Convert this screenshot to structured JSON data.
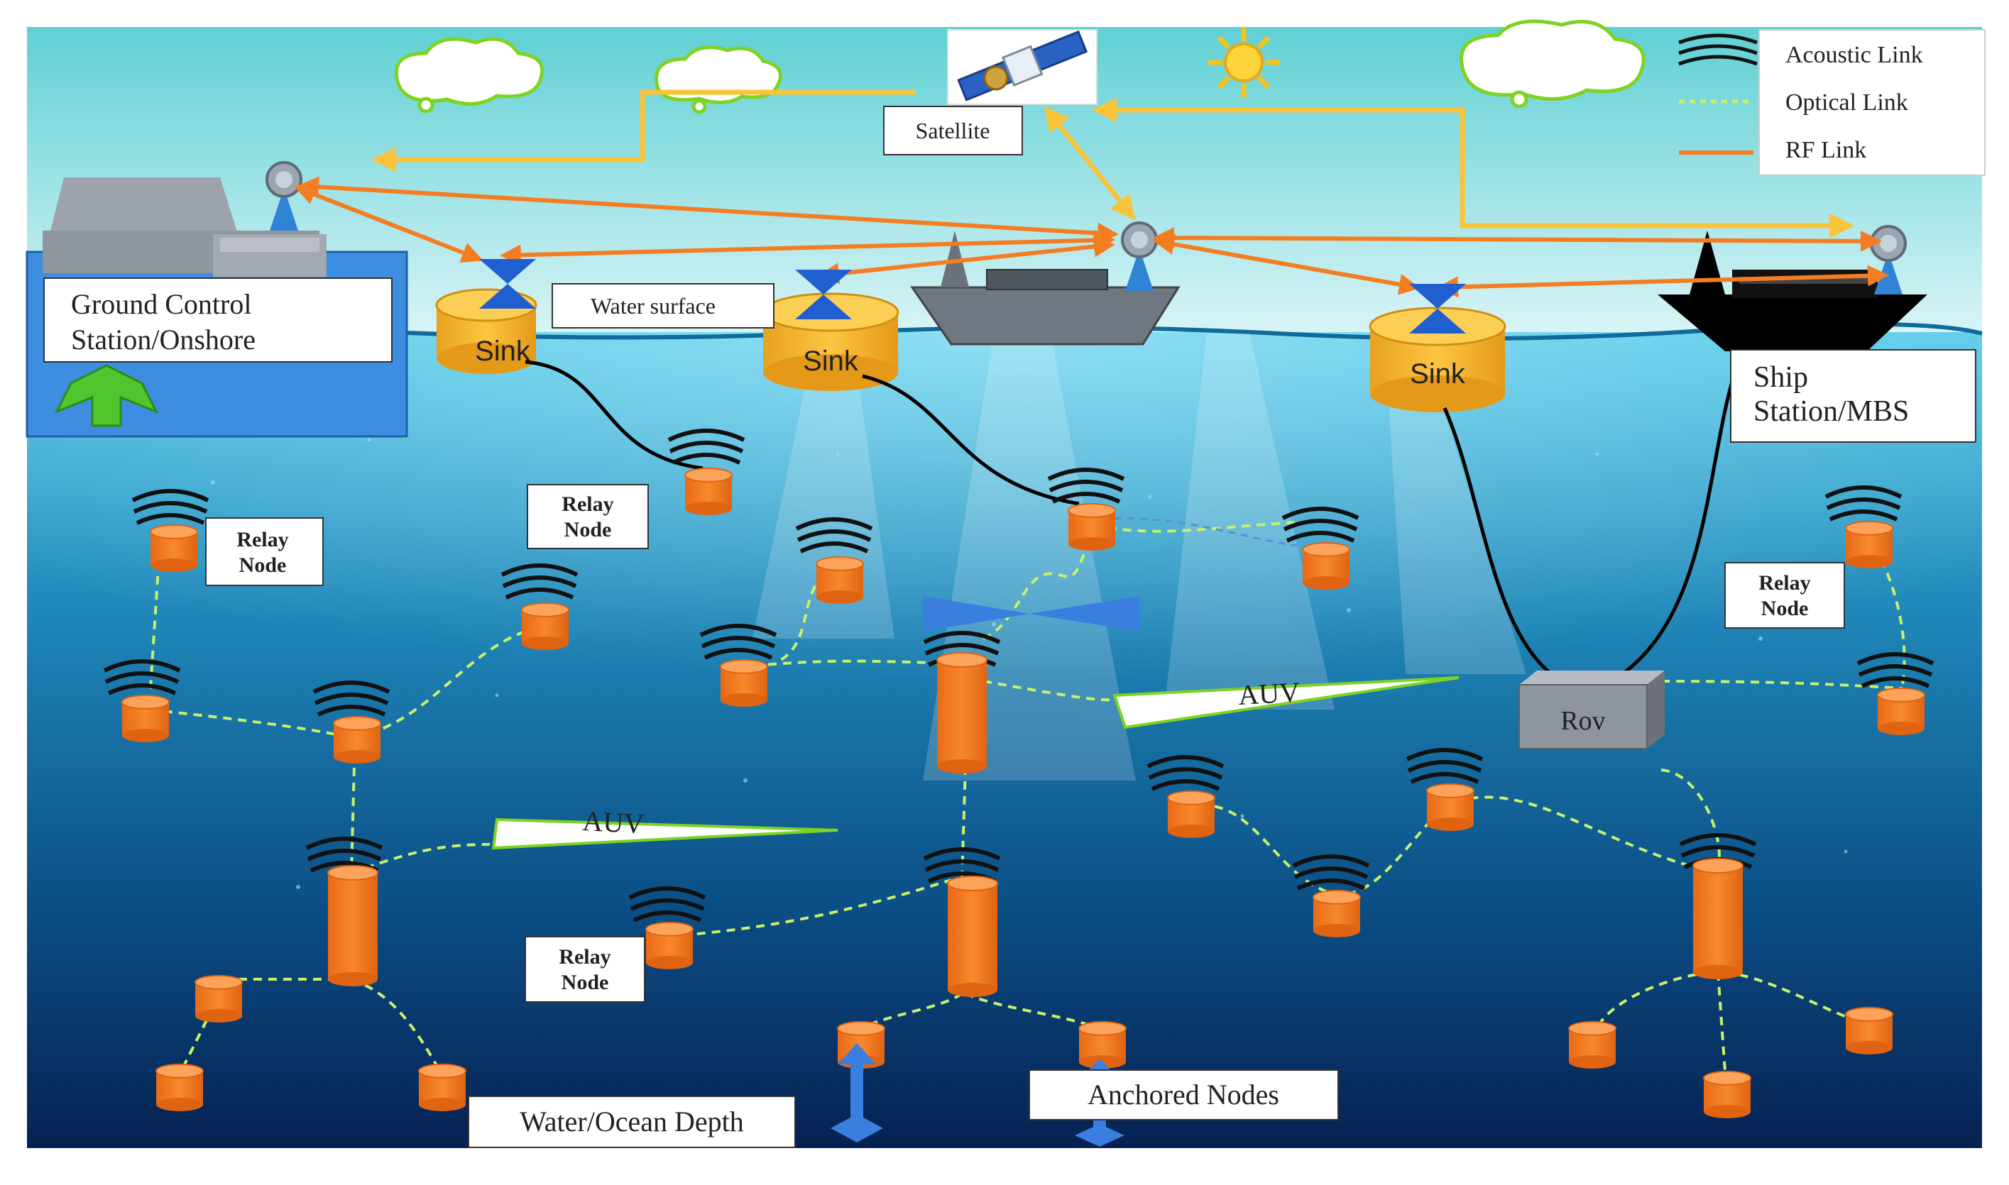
{
  "labels": {
    "satellite": "Satellite",
    "ground_control": [
      "Ground Control",
      "Station/Onshore"
    ],
    "water_surface": "Water surface",
    "sink": "Sink",
    "ship_station": [
      "Ship",
      "Station/MBS"
    ],
    "relay_node": [
      "Relay",
      "Node"
    ],
    "auv": "AUV",
    "rov": "Rov",
    "water_depth": "Water/Ocean Depth",
    "anchored_nodes": "Anchored Nodes"
  },
  "legend": [
    {
      "label": "Acoustic Link",
      "style": "acoustic"
    },
    {
      "label": "Optical Link",
      "style": "optical"
    },
    {
      "label": "RF Link",
      "style": "rf"
    }
  ],
  "colors": {
    "sky_top": "#5fd0d4",
    "sky_bottom": "#d8f4f6",
    "water_top": "#4fc3e3",
    "water_bottom": "#07255a",
    "node_orange": "#f47d22",
    "sink_yellow": "#f7b732",
    "rf_orange": "#f47d22",
    "sat_link_yellow": "#f9c43a",
    "optical_green": "#c8f06a",
    "hourglass_blue": "#1f5fd0"
  }
}
